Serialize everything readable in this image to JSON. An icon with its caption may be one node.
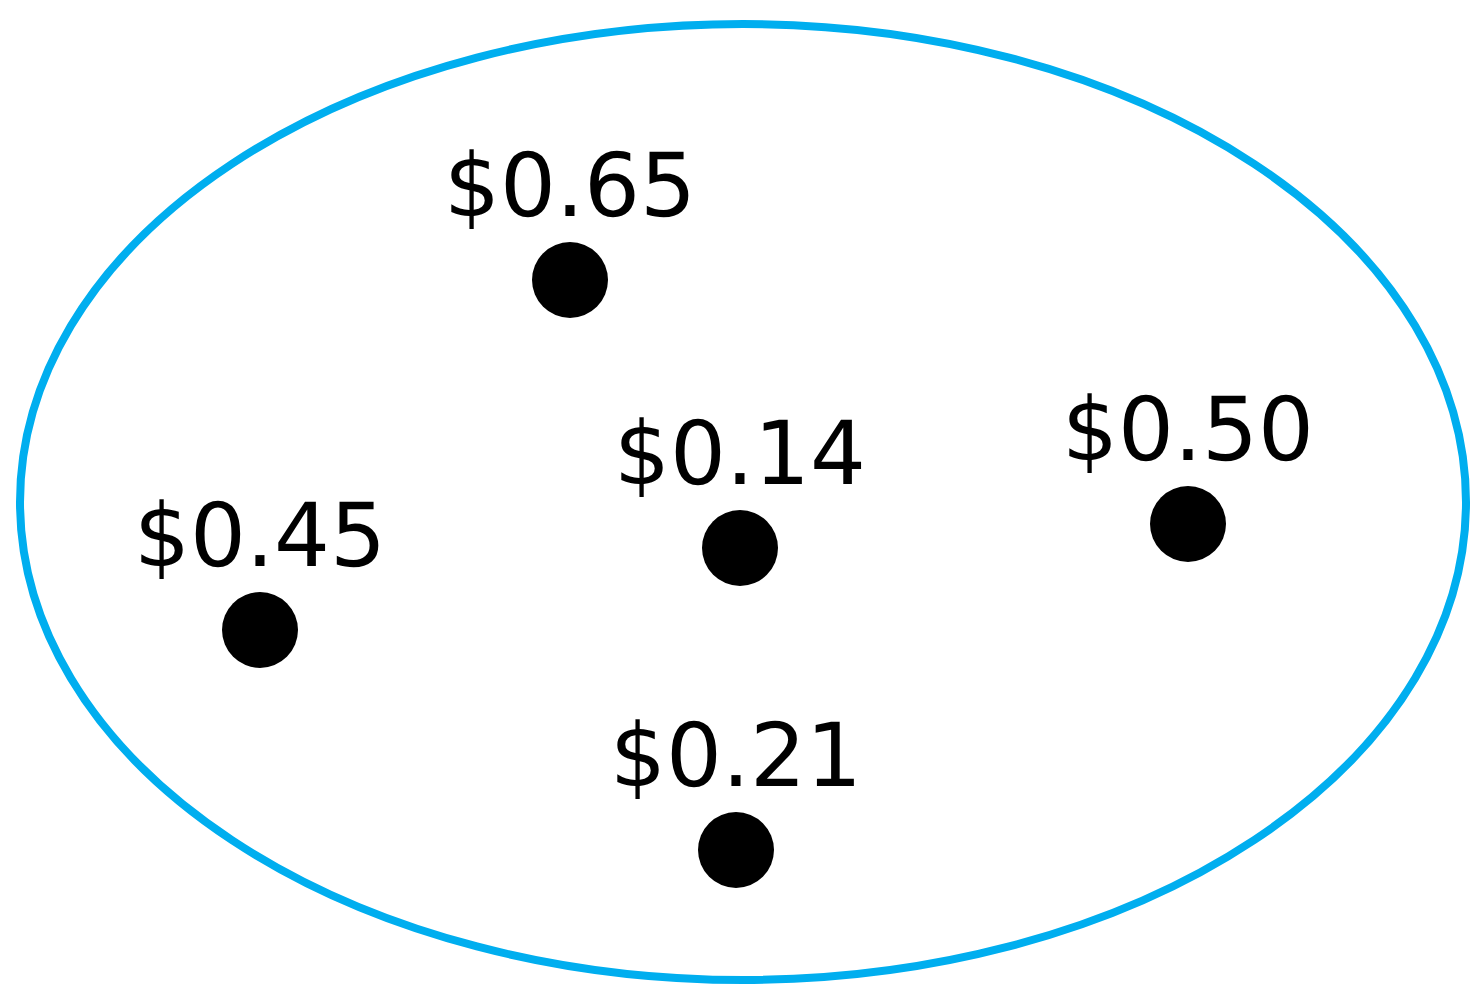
{
  "diagram": {
    "nodes": [
      {
        "text": [],
        "shape": "ellipse"
      },
      {
        "text": [],
        "shape": "circle",
        "beside": [
          "$0.65"
        ],
        "in": 0
      },
      {
        "text": [],
        "shape": "circle",
        "beside": [
          "$0.50"
        ],
        "in": 0
      },
      {
        "text": [],
        "shape": "circle",
        "beside": [
          "$0.14"
        ],
        "in": 0
      },
      {
        "text": [],
        "shape": "circle",
        "beside": [
          "$0.45"
        ],
        "in": 0
      },
      {
        "text": [],
        "shape": "circle",
        "beside": [
          "$0.21"
        ],
        "in": 0
      }
    ]
  }
}
